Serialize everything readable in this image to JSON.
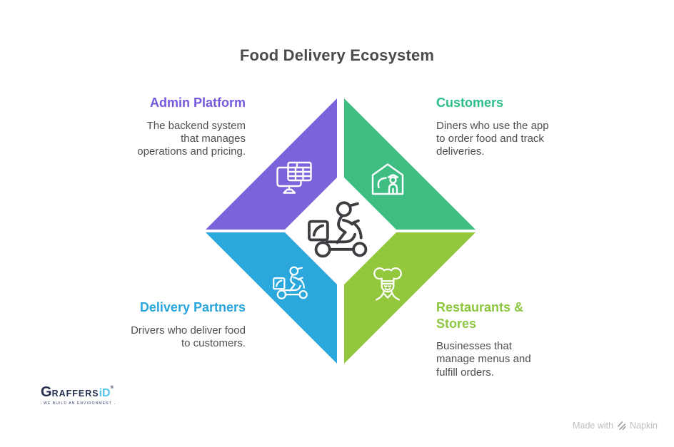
{
  "title": "Food Delivery Ecosystem",
  "nodes": [
    {
      "id": "admin-platform",
      "label": "Admin Platform",
      "description": "The backend system that manages operations and pricing.",
      "heading_color": "#7457dd",
      "shape_color": "#7c63db",
      "icon": "admin-dashboard-icon"
    },
    {
      "id": "customers",
      "label": "Customers",
      "description": "Diners who use the app to order food and track deliveries.",
      "heading_color": "#2abd85",
      "shape_color": "#3ebe83",
      "icon": "home-delivery-icon"
    },
    {
      "id": "delivery-partners",
      "label": "Delivery Partners",
      "description": "Drivers who deliver food to customers.",
      "heading_color": "#29a6dc",
      "shape_color": "#2aa8dc",
      "icon": "delivery-scooter-icon"
    },
    {
      "id": "restaurants-stores",
      "label": "Restaurants & Stores",
      "description": "Businesses that manage menus and fulfill orders.",
      "heading_color": "#8dc63f",
      "shape_color": "#92c73e",
      "icon": "chef-icon"
    }
  ],
  "center": {
    "icon": "delivery-scooter-icon",
    "color": "#3c3c41"
  },
  "footer": {
    "logo": {
      "g": "G",
      "raffers": "RAFFERS",
      "id": "iD",
      "reg": "®",
      "tagline": "WE BUILD AN ENVIRONMENT"
    },
    "credit": {
      "prefix": "Made with",
      "brand": "Napkin"
    }
  }
}
